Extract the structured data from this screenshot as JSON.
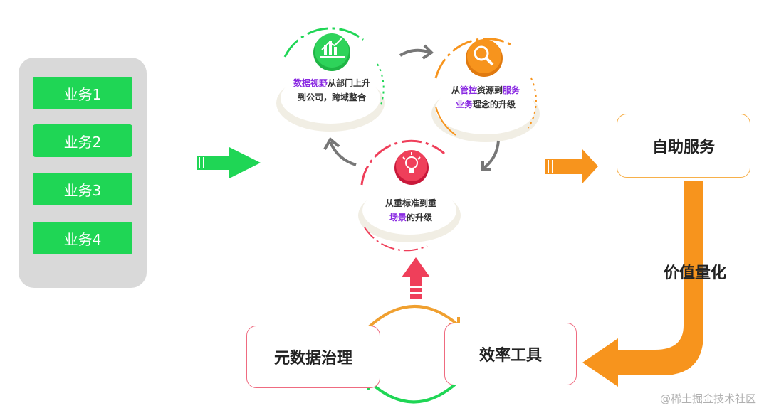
{
  "business_panel": {
    "items": [
      "业务1",
      "业务2",
      "业务3",
      "业务4"
    ]
  },
  "bubbles": {
    "data_view": {
      "hl": "数据视野",
      "line1_rest": "从部门上升",
      "line2": "到公司，跨域整合"
    },
    "control": {
      "pre": "从",
      "hl1": "管控",
      "mid": "资源到",
      "hl2": "服务",
      "hl3": "业务",
      "rest": "理念的升级"
    },
    "scene": {
      "line1": "从重标准到重",
      "hl": "场景",
      "rest": "的升级"
    }
  },
  "self_service": {
    "label": "自助服务"
  },
  "value_quant": {
    "label": "价值量化"
  },
  "bottom": {
    "metadata": "元数据治理",
    "efficiency": "效率工具"
  },
  "watermark": {
    "text": "@稀土掘金技术社区"
  },
  "colors": {
    "green": "#1fd655",
    "orange": "#f7941d",
    "red": "#ef3f5a",
    "purple": "#8a2be2",
    "panel": "#d9d9d9"
  }
}
